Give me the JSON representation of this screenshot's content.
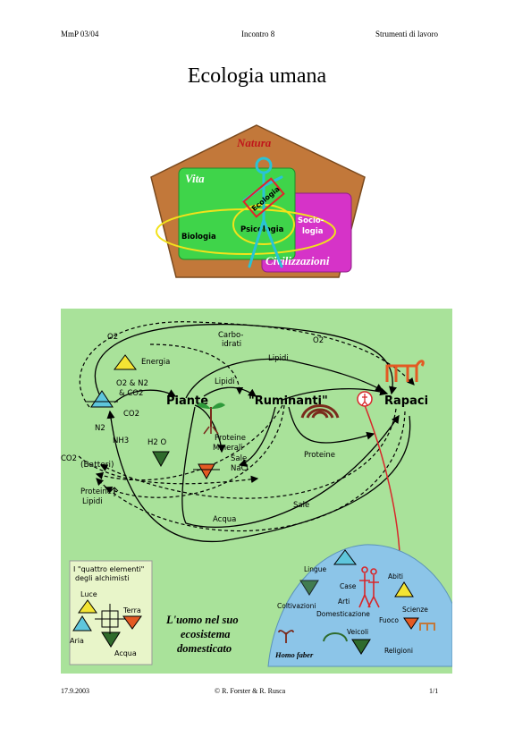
{
  "header": {
    "left": "MmP 03/04",
    "center": "Incontro 8",
    "right": "Strumenti di lavoro"
  },
  "title": "Ecologia umana",
  "footer": {
    "left": "17.9.2003",
    "center": "© R. Forster & R. Rusca",
    "right": "1/1"
  },
  "venn": {
    "natura": "Natura",
    "vita": "Vita",
    "ecologia": "Ecologia",
    "biologia": "Biologia",
    "psicologia": "Psicologia",
    "sociologia_1": "Socio-",
    "sociologia_2": "logia",
    "civilizzazioni": "Civilizzazioni",
    "colors": {
      "pentagon": "#c2783a",
      "vita": "#3fd44a",
      "civ": "#d633c8",
      "ellipse": "#f2e21b",
      "figure": "#29c3d6"
    }
  },
  "eco": {
    "nodes": {
      "piante": "Piante",
      "ruminanti": "\"Ruminanti\"",
      "rapaci": "Rapaci",
      "batteri": "(Batteri)"
    },
    "labels": {
      "o2_top": "O2",
      "carboidrati_1": "Carbo-",
      "carboidrati_2": "idrati",
      "o2_mid": "O2",
      "energia": "Energia",
      "lipidi_mid": "Lipidi",
      "lipidi_top": "Lipidi",
      "o2_n2_1": "O2 & N2",
      "o2_n2_2": "& CO2",
      "co2_a": "CO2",
      "n2": "N2",
      "nh3": "NH3",
      "h2o": "H2 O",
      "proteine_minerali_1": "Proteine",
      "proteine_minerali_2": "Minerali",
      "sale_nacl_1": "Sale",
      "sale_nacl_2": "NaCl",
      "proteine_right": "Proteine",
      "co2_b": "CO2",
      "proteine_lipidi_1": "Proteine",
      "proteine_lipidi_2": "Lipidi",
      "sale": "Sale",
      "acqua": "Acqua"
    },
    "legend": {
      "line1": "I \"quattro elementi\"",
      "line2": "degli alchimisti",
      "luce": "Luce",
      "terra": "Terra",
      "aria": "Aria",
      "acqua": "Acqua"
    },
    "caption": {
      "line1": "L'uomo nel suo",
      "line2": "ecosistema",
      "line3": "domesticato"
    },
    "dome": {
      "lingue": "Lingue",
      "case": "Case",
      "abiti": "Abiti",
      "arti": "Arti",
      "coltivazioni": "Coltivazioni",
      "domesticazione": "Domesticazione",
      "scienze": "Scienze",
      "fuoco": "Fuoco",
      "veicoli": "Veicoli",
      "religioni": "Religioni",
      "homo_faber": "Homo faber"
    },
    "colors": {
      "background": "#a9e29a",
      "dome": "#8cc5e8",
      "cyan": "#5ec6dc",
      "yellow": "#f3e433",
      "orange": "#e35a23",
      "green": "#2f6b2c"
    }
  }
}
